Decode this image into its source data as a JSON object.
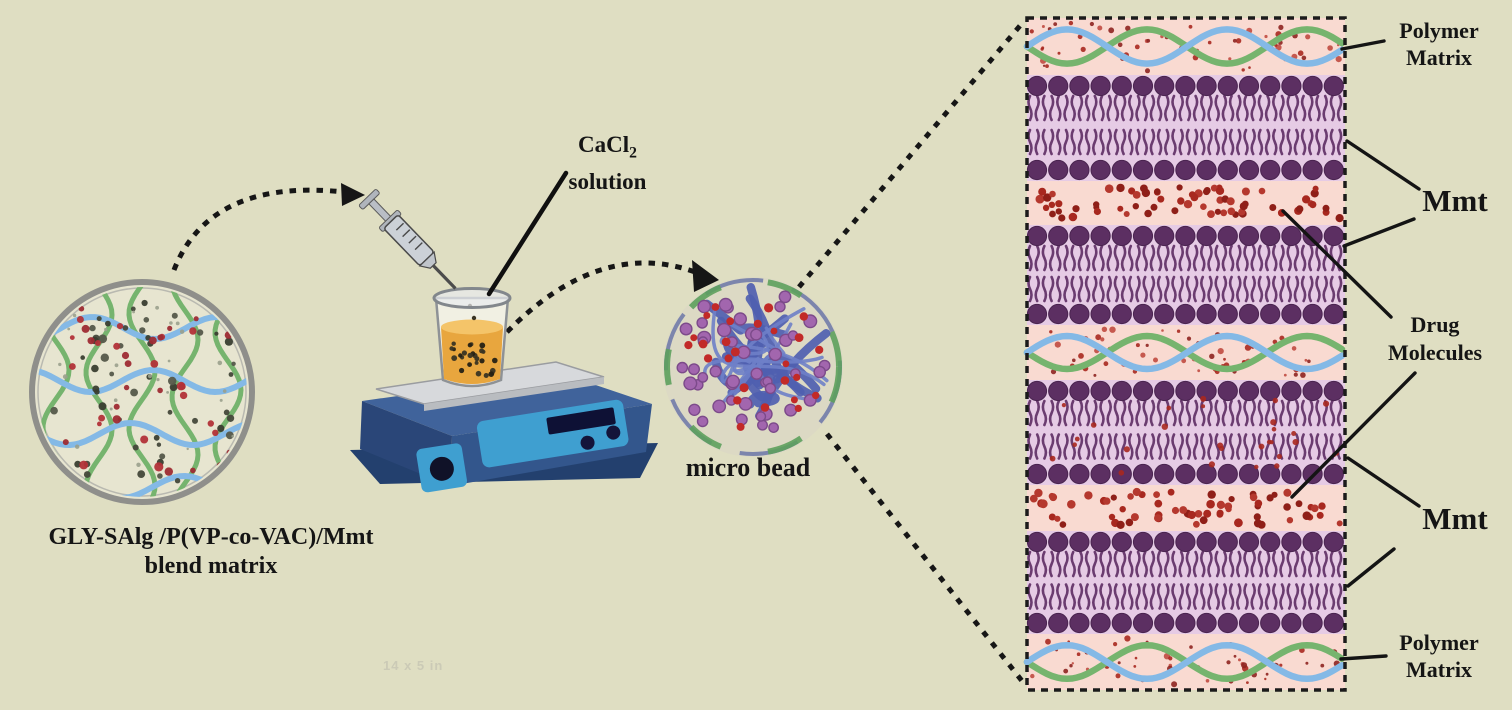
{
  "scene": {
    "blend_matrix": {
      "label": [
        "GLY-SAlg /P(VP-co-VAC)/Mmt",
        "blend matrix"
      ]
    },
    "cacl2": {
      "formula": "CaCl",
      "subscript": "2",
      "line2": "solution"
    },
    "micro_bead": {
      "label": "micro bead"
    },
    "watermark": "14 x 5 in"
  },
  "panel": {
    "labels": {
      "polymer_matrix_top": [
        "Polymer",
        "Matrix"
      ],
      "mmt_top": "Mmt",
      "drug_molecules": [
        "Drug",
        "Molecules"
      ],
      "mmt_bottom": "Mmt",
      "polymer_matrix_bottom": [
        "Polymer",
        "Matrix"
      ]
    },
    "layers": [
      {
        "type": "polymer_matrix",
        "height": 57
      },
      {
        "type": "mmt_bilayer",
        "height": 106
      },
      {
        "type": "drug_band",
        "height": 44
      },
      {
        "type": "mmt_bilayer",
        "height": 100
      },
      {
        "type": "polymer_matrix",
        "height": 55
      },
      {
        "type": "mmt_bilayer",
        "height": 105,
        "drug_dots": true
      },
      {
        "type": "drug_band",
        "height": 46
      },
      {
        "type": "mmt_bilayer",
        "height": 103
      },
      {
        "type": "polymer_matrix",
        "height": 56
      }
    ]
  },
  "colors": {
    "background": "#dfdec2",
    "ink": "#161616",
    "panel_pink": "#f9dad1",
    "bilayer_bg": "#e6cbe5",
    "bilayer_head": "#5c2f62",
    "bilayer_tail": "#6b3c70",
    "drug_dot": "#a8281f",
    "wave_green": "#76b46e",
    "wave_blue": "#84b9e6",
    "matrix_ring": "#8f8f8b",
    "dot_dark": "#45483a",
    "dot_red": "#b23138",
    "bead_rope": "#4f5fb0",
    "bead_rope_light": "#6e80c8",
    "bead_green": "#5da05d",
    "bead_purple": "#a266ae",
    "bead_red": "#c22a28",
    "liquid_orange": "#e8a63e",
    "scale_blue_top": "#40639b",
    "scale_blue_right": "#33568c",
    "scale_blue_left": "#2a4678",
    "scale_base": "#23406e",
    "scale_panel": "#3f9fd0",
    "glass": "#8e9296"
  }
}
